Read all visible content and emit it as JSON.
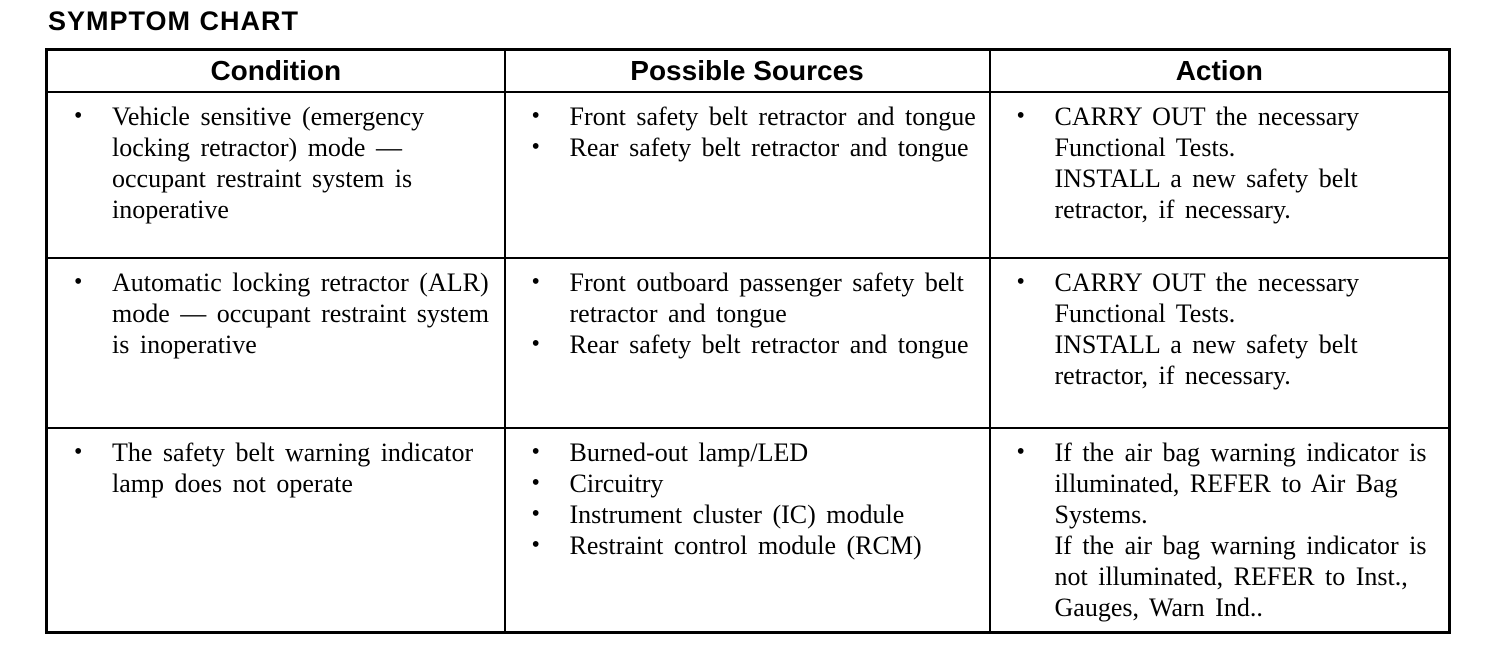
{
  "title": "SYMPTOM CHART",
  "table": {
    "bullet_glyph": "•",
    "headers": [
      "Condition",
      "Possible Sources",
      "Action"
    ],
    "rows": [
      {
        "condition": [
          [
            "Vehicle sensitive (emergency locking retractor) mode — occupant restraint system is inoperative"
          ]
        ],
        "sources": [
          [
            "Front safety belt retractor and tongue"
          ],
          [
            "Rear safety belt retractor and tongue"
          ]
        ],
        "action": [
          [
            "CARRY OUT the necessary Functional Tests.",
            "INSTALL a new safety belt retractor, if necessary."
          ]
        ]
      },
      {
        "condition": [
          [
            "Automatic locking retractor (ALR) mode — occupant restraint system is inoperative"
          ]
        ],
        "sources": [
          [
            "Front outboard passenger safety belt retractor and tongue"
          ],
          [
            "Rear safety belt retractor and tongue"
          ]
        ],
        "action": [
          [
            "CARRY OUT the necessary Functional Tests.",
            "INSTALL a new safety belt retractor, if necessary."
          ]
        ]
      },
      {
        "condition": [
          [
            "The safety belt warning indicator lamp does not operate"
          ]
        ],
        "sources": [
          [
            "Burned-out lamp/LED"
          ],
          [
            "Circuitry"
          ],
          [
            "Instrument cluster (IC) module"
          ],
          [
            "Restraint control module (RCM)"
          ]
        ],
        "action": [
          [
            "If the air bag warning indicator is illuminated, REFER to Air Bag Systems.",
            "If the air bag warning indicator is not illuminated, REFER to Inst., Gauges, Warn Ind.."
          ]
        ]
      }
    ]
  }
}
